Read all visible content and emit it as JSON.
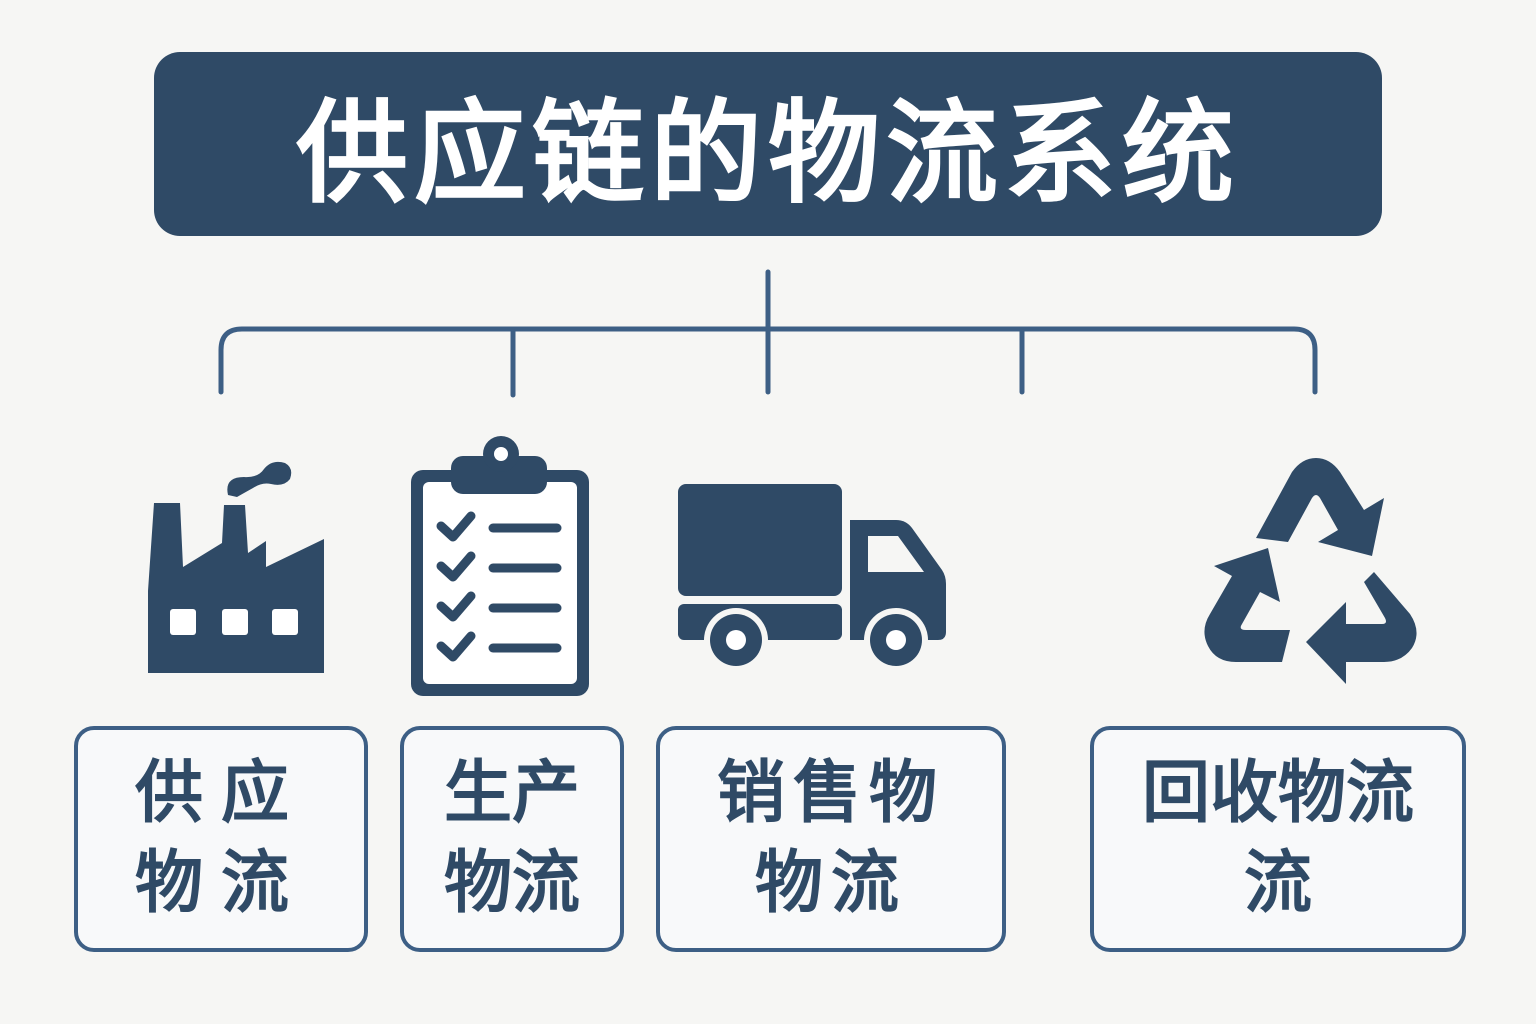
{
  "title": "供应链的物流系统",
  "colors": {
    "primary": "#2f4a66",
    "border": "#3d5f85",
    "background": "#f6f6f4"
  },
  "items": [
    {
      "label": "供应\n物流",
      "icon": "factory-icon"
    },
    {
      "label": "生产\n物流",
      "icon": "clipboard-checklist-icon"
    },
    {
      "label": "销售物\n物流",
      "icon": "truck-icon"
    },
    {
      "label": "回收物流\n流",
      "icon": "recycle-icon"
    }
  ]
}
